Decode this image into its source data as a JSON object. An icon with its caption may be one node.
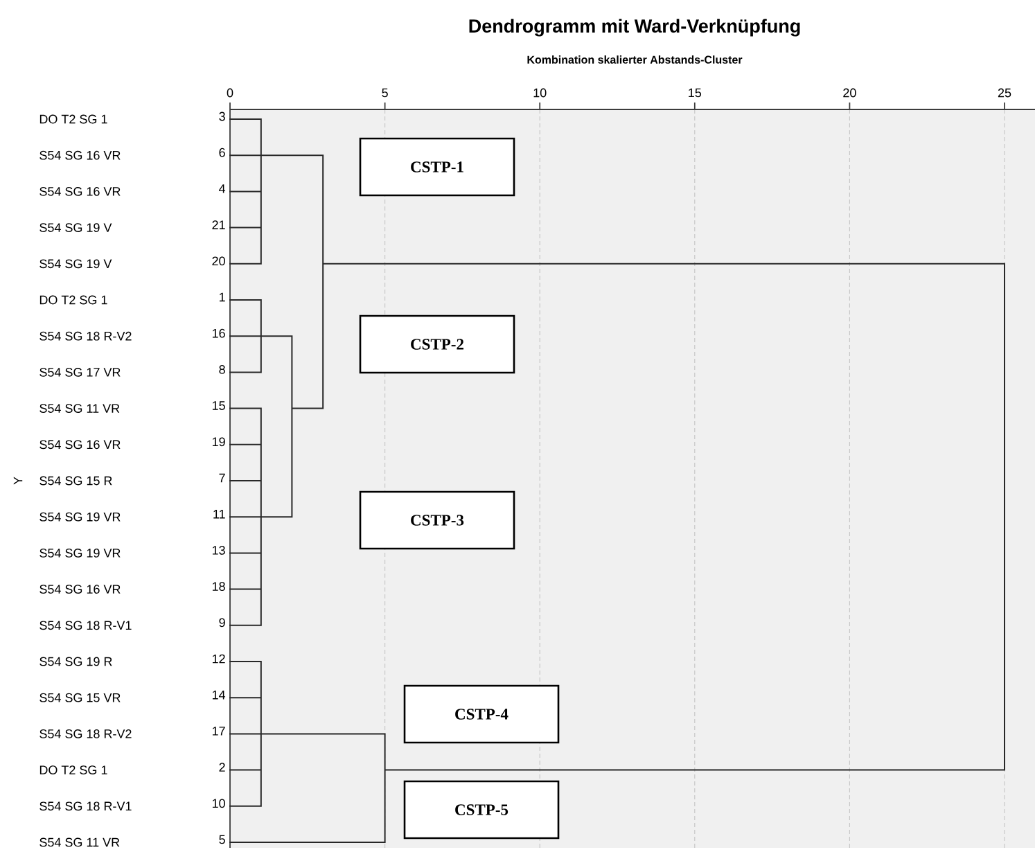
{
  "diagram": {
    "title": "Dendrogramm mit Ward-Verknüpfung",
    "nodes": [
      {
        "text": [
          "CSTP-1"
        ]
      },
      {
        "text": [
          "CSTP-2"
        ]
      },
      {
        "text": [
          "CSTP-3"
        ]
      },
      {
        "text": [
          "CSTP-4"
        ]
      },
      {
        "text": [
          "CSTP-5"
        ]
      }
    ],
    "labels": [
      "Kombination skalierter Abstands-Cluster",
      "0",
      "5",
      "10",
      "15",
      "20",
      "25",
      "DO T2 SG 1",
      "3",
      "S54 SG 16 VR",
      "6",
      "S54 SG 16 VR",
      "4",
      "S54 SG 19 V",
      "21",
      "S54 SG 19 V",
      "20",
      "DO T2 SG 1",
      "1",
      "S54 SG 18 R-V2",
      "16",
      "S54 SG 17 VR",
      "8",
      "S54 SG 11 VR",
      "15",
      "S54 SG 16 VR",
      "19",
      "Y",
      "S54 SG 15 R",
      "7",
      "S54 SG 19 VR",
      "11",
      "S54 SG 19 VR",
      "13",
      "S54 SG 16 VR",
      "18",
      "S54 SG 18 R-V1",
      "9",
      "S54 SG 19 R",
      "12",
      "S54 SG 15 VR",
      "14",
      "S54 SG 18 R-V2",
      "17",
      "DO T2 SG 1",
      "2",
      "S54 SG 18 R-V1",
      "10",
      "S54 SG 11 VR",
      "5"
    ]
  }
}
